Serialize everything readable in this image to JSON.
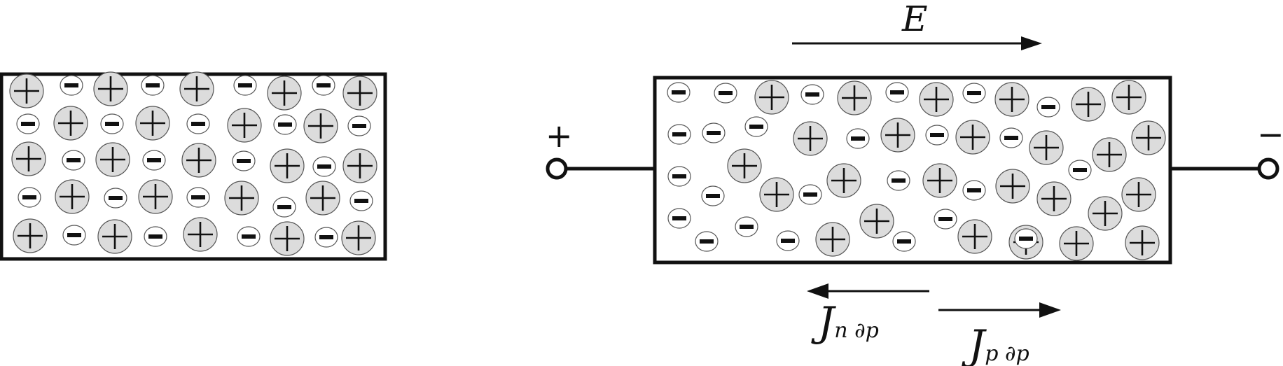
{
  "colors": {
    "stroke": "#111111",
    "positive_ion_fill": "#dcdcdc",
    "negative_ion_fill": "#ffffff",
    "background": "#ffffff"
  },
  "field": {
    "symbol": "E"
  },
  "terminals": {
    "left_sign": "+",
    "right_sign": "−"
  },
  "currents": {
    "electron": {
      "symbol": "J",
      "subscript": "n ∂p"
    },
    "hole": {
      "symbol": "J",
      "subscript": "p ∂p"
    }
  },
  "legend_icons": {
    "positive": "plus-ion-icon",
    "negative": "minus-ion-icon"
  }
}
